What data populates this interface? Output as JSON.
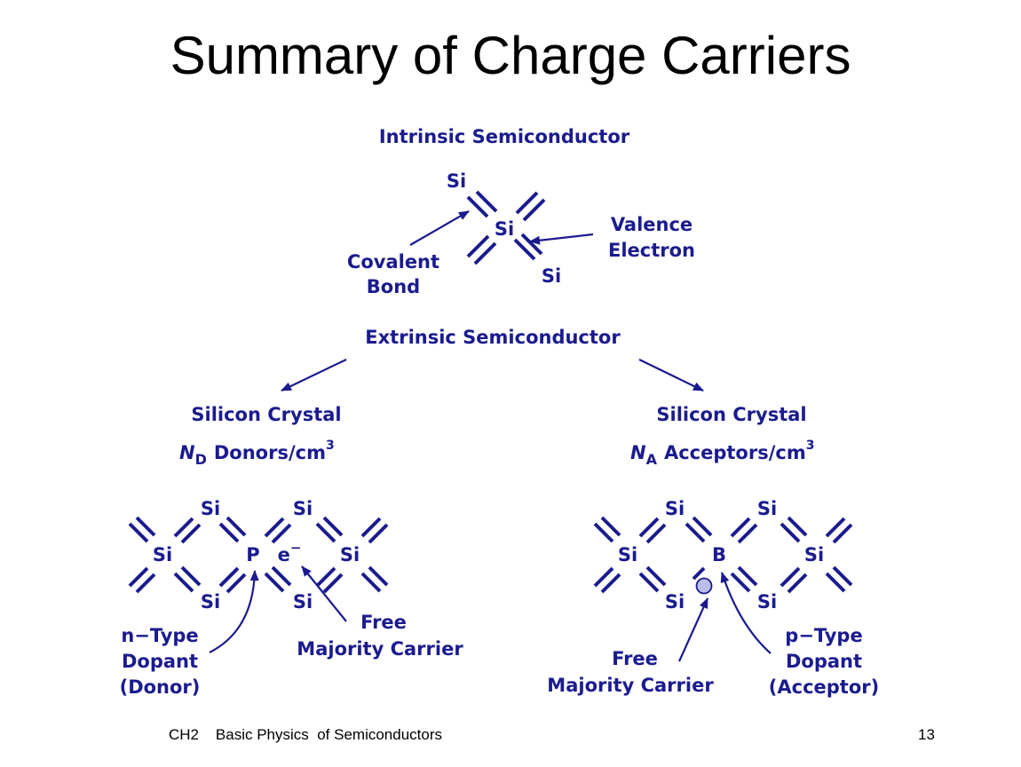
{
  "slide": {
    "title": "Summary of Charge Carriers",
    "footer_course": "CH2    Basic Physics  of Semiconductors",
    "page_number": "13"
  },
  "colors": {
    "diagram_ink": "#1b1b8f",
    "hole_fill": "#b9bde8"
  },
  "intrinsic": {
    "heading": "Intrinsic Semiconductor",
    "atom": "Si",
    "covalent_bond_label": [
      "Covalent",
      "Bond"
    ],
    "valence_electron_label": [
      "Valence",
      "Electron"
    ]
  },
  "extrinsic": {
    "heading": "Extrinsic Semiconductor"
  },
  "n_type": {
    "crystal_label": "Silicon Crystal",
    "concentration_symbol": "N",
    "concentration_subscript": "D",
    "concentration_units": "Donors/cm",
    "concentration_exponent": "3",
    "dopant_atom": "P",
    "electron_symbol": "e",
    "electron_charge": "−",
    "dopant_label": [
      "n−Type",
      "Dopant",
      "(Donor)"
    ],
    "carrier_label": [
      "Free",
      "Majority Carrier"
    ]
  },
  "p_type": {
    "crystal_label": "Silicon Crystal",
    "concentration_symbol": "N",
    "concentration_subscript": "A",
    "concentration_units": "Acceptors/cm",
    "concentration_exponent": "3",
    "dopant_atom": "B",
    "dopant_label": [
      "p−Type",
      "Dopant",
      "(Acceptor)"
    ],
    "carrier_label": [
      "Free",
      "Majority Carrier"
    ]
  }
}
